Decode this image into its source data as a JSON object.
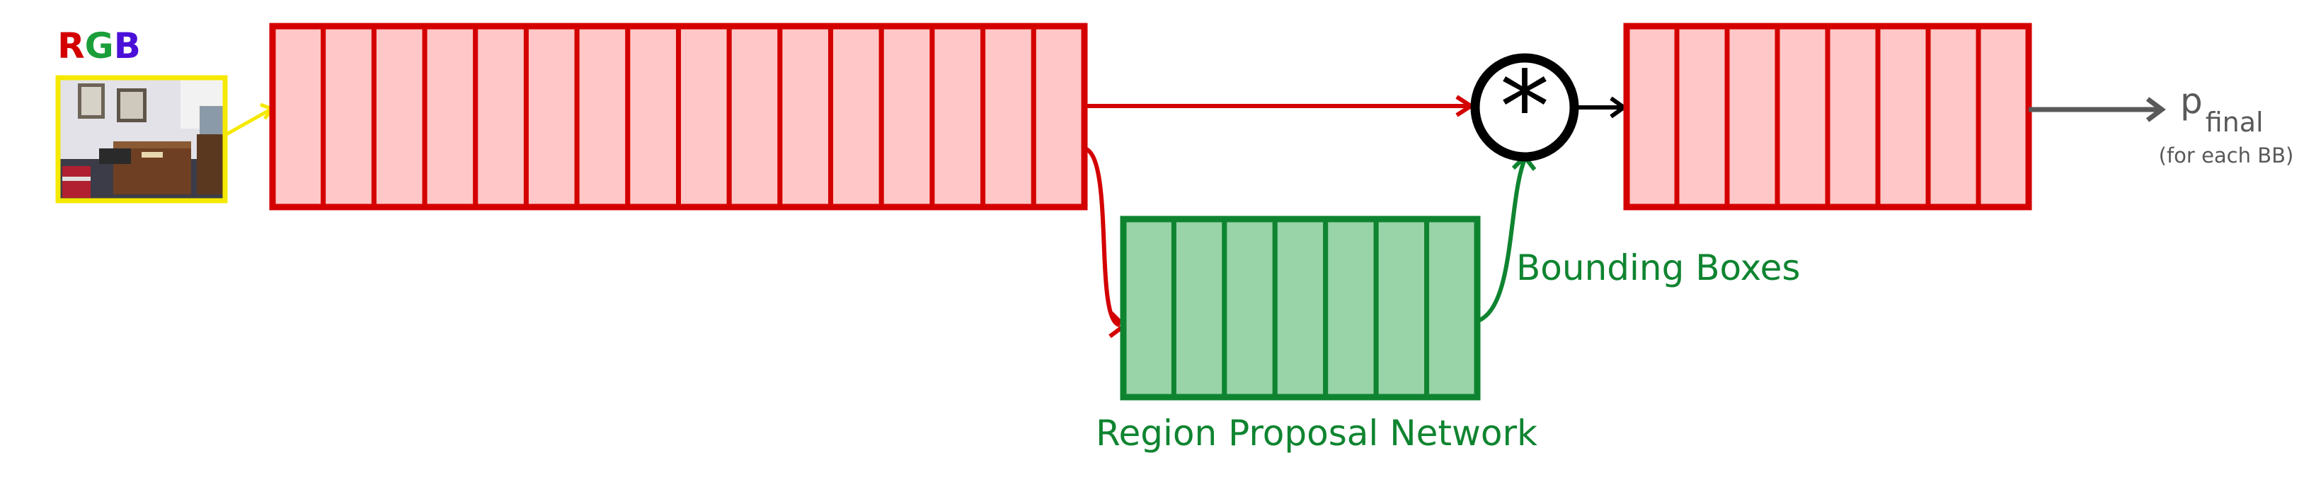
{
  "input": {
    "label_letters": [
      {
        "text": "R",
        "color": "#d40000"
      },
      {
        "text": "G",
        "color": "#1a9e3a"
      },
      {
        "text": "B",
        "color": "#4a10d8"
      }
    ],
    "image_name": "office-room-photo",
    "border_color": "#f5e900"
  },
  "backbone": {
    "cell_count": 16,
    "fill": "#ffc7c7",
    "stroke": "#d40000"
  },
  "rpn": {
    "label": "Region Proposal Network",
    "cell_count": 7,
    "fill": "#98d4a8",
    "stroke": "#0f8430"
  },
  "bounding_boxes": {
    "label": "Bounding Boxes",
    "color": "#0f8430"
  },
  "combine_op": {
    "symbol": "*",
    "icon_name": "combine-operator-icon"
  },
  "head": {
    "cell_count": 8,
    "fill": "#ffc7c7",
    "stroke": "#d40000"
  },
  "output": {
    "main": "p",
    "subscript": "final",
    "note": "(for each BB)",
    "color": "#595959"
  }
}
